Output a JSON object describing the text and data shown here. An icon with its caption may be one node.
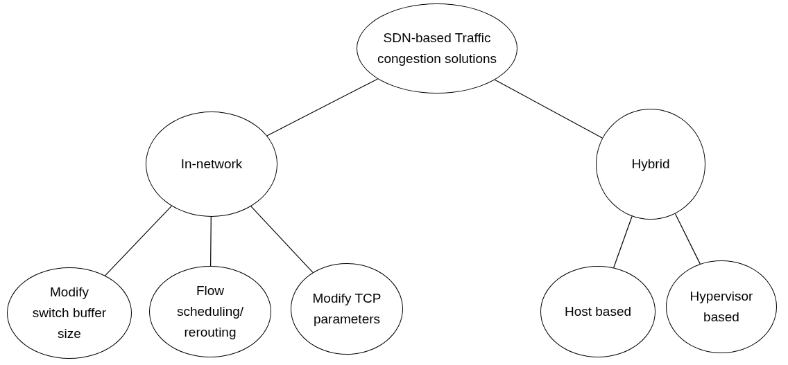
{
  "diagram": {
    "nodes": [
      {
        "text": [
          "SDN-based Traffic congestion solutions"
        ]
      },
      {
        "text": [
          "In-network"
        ]
      },
      {
        "text": [
          "Hybrid"
        ]
      },
      {
        "text": [
          "Modify switch buffer size"
        ]
      },
      {
        "text": [
          "Flow scheduling/ rerouting"
        ]
      },
      {
        "text": [
          "Modify TCP parameters"
        ]
      },
      {
        "text": [
          "Host based"
        ]
      },
      {
        "text": [
          "Hypervisor based"
        ]
      }
    ],
    "edges": [
      {
        "from": 0,
        "to": 1,
        "arrow": "none"
      },
      {
        "from": 0,
        "to": 2,
        "arrow": "none"
      },
      {
        "from": 1,
        "to": 3,
        "arrow": "none"
      },
      {
        "from": 1,
        "to": 4,
        "arrow": "none"
      },
      {
        "from": 1,
        "to": 5,
        "arrow": "none"
      },
      {
        "from": 2,
        "to": 6,
        "arrow": "none"
      },
      {
        "from": 2,
        "to": 7,
        "arrow": "none"
      }
    ]
  }
}
